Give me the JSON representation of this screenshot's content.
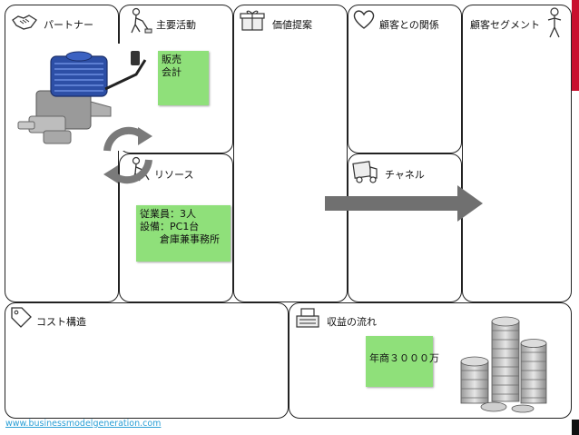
{
  "blocks": {
    "partners": "パートナー",
    "key_activities": "主要活動",
    "value_proposition": "価値提案",
    "customer_relationships": "顧客との関係",
    "customer_segments": "顧客セグメント",
    "key_resources": "リソース",
    "channels": "チャネル",
    "cost_structure": "コスト構造",
    "revenue_streams": "収益の流れ"
  },
  "stickies": {
    "activities": [
      "販売",
      "会計"
    ],
    "resources": [
      "従業員：3人",
      "設備：PC1台",
      "　　倉庫兼事務所"
    ],
    "revenue": [
      "年商３０００万"
    ]
  },
  "source_link": "www.businessmodelgeneration.com",
  "icons": {
    "partners": "handshake-icon",
    "key_activities": "worker-icon",
    "value_proposition": "gift-icon",
    "customer_relationships": "heart-icon",
    "customer_segments": "person-icon",
    "key_resources": "worker-icon",
    "channels": "truck-icon",
    "cost_structure": "price-tag-icon",
    "revenue_streams": "cash-register-icon"
  },
  "colors": {
    "sticky": "#8fe07a",
    "arrow": "#707070",
    "link": "#2a9fd6"
  }
}
